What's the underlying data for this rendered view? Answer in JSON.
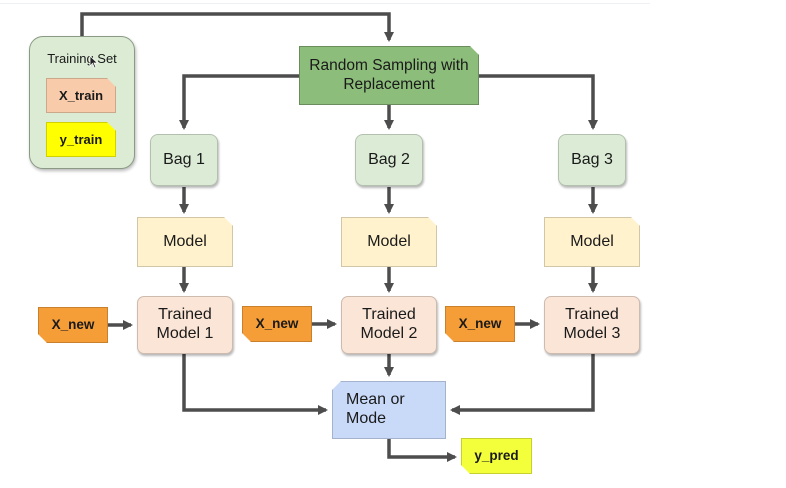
{
  "training_set": {
    "label": "Training Set",
    "x_train": "X_train",
    "y_train": "y_train"
  },
  "sampling": {
    "label": "Random Sampling with Replacement"
  },
  "bags": [
    {
      "label": "Bag 1"
    },
    {
      "label": "Bag 2"
    },
    {
      "label": "Bag 3"
    }
  ],
  "models": [
    {
      "label": "Model"
    },
    {
      "label": "Model"
    },
    {
      "label": "Model"
    }
  ],
  "trained_models": [
    {
      "label": "Trained Model 1"
    },
    {
      "label": "Trained Model 2"
    },
    {
      "label": "Trained Model 3"
    }
  ],
  "new_inputs": [
    {
      "label": "X_new"
    },
    {
      "label": "X_new"
    },
    {
      "label": "X_new"
    }
  ],
  "aggregate": {
    "label": "Mean or Mode"
  },
  "output": {
    "label": "y_pred"
  },
  "colors": {
    "arrow": "#4d4d4d",
    "training_set": "#dcecd4",
    "x_train": "#f8ccaa",
    "y_train": "#ffff00",
    "sampling": "#8cbd7a",
    "bag": "#dcebd6",
    "model": "#fff2cc",
    "trained_model": "#fbe5d6",
    "x_new": "#f59d37",
    "aggregate": "#c9daf8",
    "output": "#f2ff3a"
  }
}
